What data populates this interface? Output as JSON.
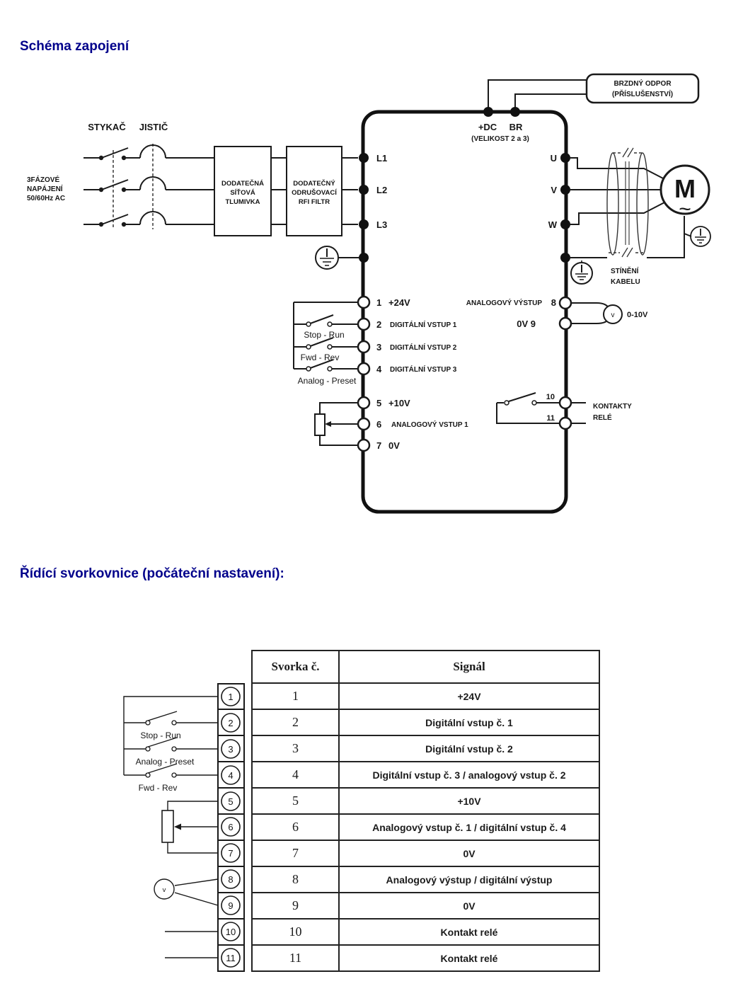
{
  "colors": {
    "heading": "#00008B",
    "line": "#1a1a1a"
  },
  "headings": {
    "wiring": "Schéma zapojení",
    "terminals": "Řídící svorkovnice (počáteční nastavení):"
  },
  "diagram1": {
    "contactor_label": "STYKAČ",
    "breaker_label": "JISTIČ",
    "supply_lines": [
      "3FÁZOVÉ",
      "NAPÁJENÍ",
      "50/60Hz AC"
    ],
    "choke_box_lines": [
      "DODATEČNÁ",
      "SÍŤOVÁ",
      "TLUMIVKA"
    ],
    "rfi_box_lines": [
      "DODATEČNÝ",
      "ODRUŠOVACÍ",
      "RFI FILTR"
    ],
    "brake_box_lines": [
      "BRZDNÝ ODPOR",
      "(PŘÍSLUŠENSTVÍ)"
    ],
    "dc_label": "+DC",
    "br_label": "BR",
    "size_note": "(VELIKOST 2 a 3)",
    "l1": "L1",
    "l2": "L2",
    "l3": "L3",
    "u": "U",
    "v": "V",
    "w": "W",
    "motor_letter": "M",
    "motor_tilde": "~",
    "shield_lines": [
      "STÍNĚNÍ",
      "KABELU"
    ],
    "control_inputs": [
      {
        "n": "1",
        "label": "+24V"
      },
      {
        "n": "2",
        "label": "DIGITÁLNÍ VSTUP 1"
      },
      {
        "n": "3",
        "label": "DIGITÁLNÍ VSTUP 2"
      },
      {
        "n": "4",
        "label": "DIGITÁLNÍ VSTUP 3"
      },
      {
        "n": "5",
        "label": "+10V"
      },
      {
        "n": "6",
        "label": "ANALOGOVÝ VSTUP 1"
      },
      {
        "n": "7",
        "label": "0V"
      }
    ],
    "switch_labels": [
      "Stop - Run",
      "Fwd - Rev",
      "Analog - Preset"
    ],
    "analog_out_label": "ANALOGOVÝ VÝSTUP",
    "analog_out_n": "8",
    "ov9_label": "0V 9",
    "meter_v": "v",
    "meter_range": "0-10V",
    "relay_n10": "10",
    "relay_n11": "11",
    "relay_label_lines": [
      "KONTAKTY",
      "RELÉ"
    ]
  },
  "diagram2": {
    "terminals": [
      "1",
      "2",
      "3",
      "4",
      "5",
      "6",
      "7",
      "8",
      "9",
      "10",
      "11"
    ],
    "switch_labels": [
      "Stop - Run",
      "Analog - Preset",
      "Fwd - Rev"
    ],
    "meter_v": "v"
  },
  "table": {
    "col_terminal": "Svorka č.",
    "col_signal": "Signál",
    "rows": [
      {
        "terminal": "1",
        "signal": "+24V"
      },
      {
        "terminal": "2",
        "signal": "Digitální vstup č. 1"
      },
      {
        "terminal": "3",
        "signal": "Digitální vstup č. 2"
      },
      {
        "terminal": "4",
        "signal": "Digitální vstup č. 3 / analogový vstup č. 2"
      },
      {
        "terminal": "5",
        "signal": "+10V"
      },
      {
        "terminal": "6",
        "signal": "Analogový vstup č. 1 / digitální vstup č. 4"
      },
      {
        "terminal": "7",
        "signal": "0V"
      },
      {
        "terminal": "8",
        "signal": "Analogový výstup / digitální výstup"
      },
      {
        "terminal": "9",
        "signal": "0V"
      },
      {
        "terminal": "10",
        "signal": "Kontakt relé"
      },
      {
        "terminal": "11",
        "signal": "Kontakt relé"
      }
    ]
  }
}
